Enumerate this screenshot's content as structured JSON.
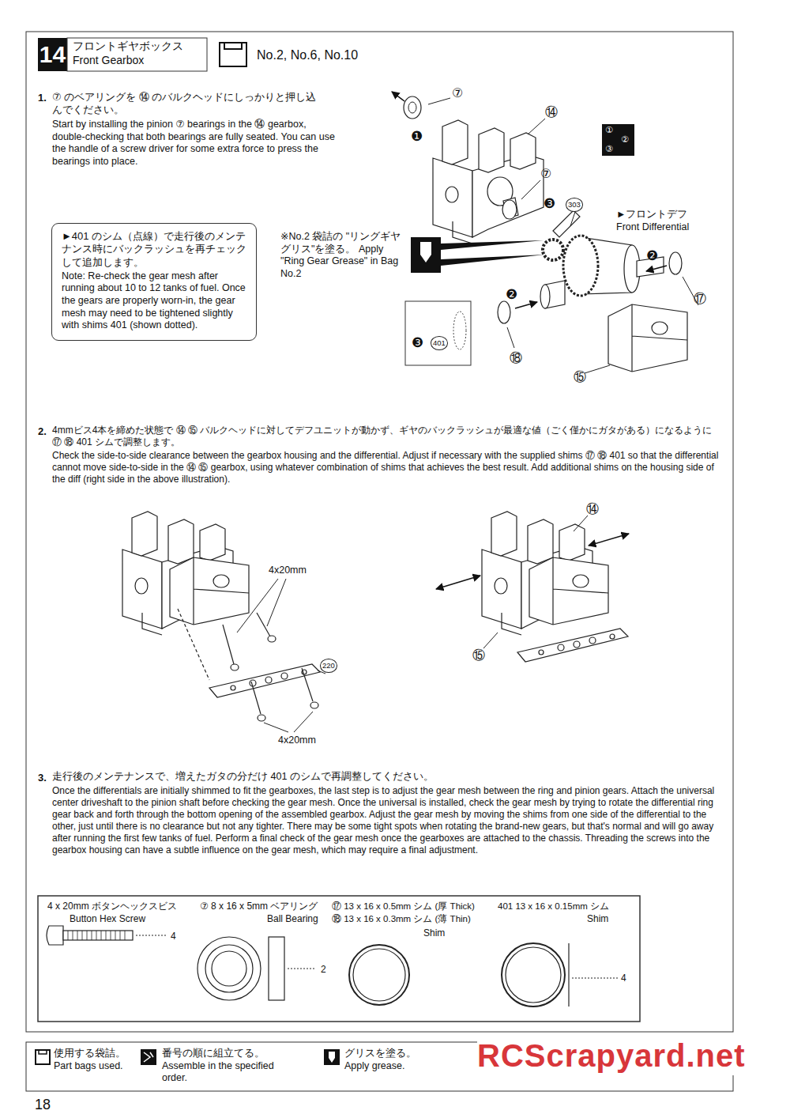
{
  "diagram": {
    "title": "フロントギヤボックス Front Gearbox",
    "nodes": [
      {
        "text": [
          "►401 のシム（点線）で走行後のメンテナンス時にバックラッシュを再チェックして追加します。",
          "Note: Re-check the gear mesh after running about 10 to 12 tanks of fuel. Once the gears are properly worn-in, the gear mesh may need to be tightened slightly with shims 401 (shown dotted)."
        ]
      },
      {
        "text": [
          "❸",
          "401"
        ]
      },
      {
        "text": [
          "4 x 20mm ボタンヘックスビス",
          "Button Hex Screw",
          "4",
          "⑦ 8 x 16 x 5mm ベアリング",
          "Ball Bearing",
          "2",
          "⑰ 13 x 16 x 0.5mm シム (厚 Thick)",
          "⑱ 13 x 16 x 0.3mm シム (薄 Thin)",
          "Shim",
          "401 13 x 16 x 0.15mm シム",
          "Shim",
          "4"
        ]
      }
    ],
    "labels": [
      "14",
      "No.2, No.6, No.10",
      "1.",
      "⑦ のベアリングを ⑭ のバルクヘッドにしっかりと押し込んでください。",
      "Start by installing the pinion ⑦ bearings in the ⑭ gearbox, double-checking that both bearings are fully seated. You can use the handle of a screw driver for some extra force to press the bearings into place.",
      "⑦",
      "⑭",
      "❶",
      "①",
      "②",
      "③",
      "⑦",
      "❸",
      "303",
      "►フロントデフ Front Differential",
      "❷",
      "⑰",
      "※No.2 袋詰の \"リングギヤグリス\"を塗る。 Apply \"Ring Gear Grease\" in Bag No.2",
      "❷",
      "⑱",
      "⑮",
      "2.",
      "4mmビス4本を締めた状態で ⑭ ⑮ バルクヘッドに対してデフユニットが動かず、ギヤのバックラッシュが最適な値（ごく僅かにガタがある）になるように ⑰ ⑱ 401 シムで調整します。",
      "Check the side-to-side clearance between the gearbox housing and the differential. Adjust if necessary with the supplied shims ⑰ ⑱ 401 so that the differential cannot move side-to-side in the ⑭ ⑮ gearbox, using whatever combination of shims that achieves the best result. Add additional shims on the housing side of the diff (right side in the above illustration).",
      "4x20mm",
      "220",
      "4x20mm",
      "⑭",
      "⑮",
      "3.",
      "走行後のメンテナンスで、増えたガタの分だけ 401 のシムで再調整してください。",
      "Once the differentials are initially shimmed to fit the gearboxes, the last step is to adjust the gear mesh between the ring and pinion gears. Attach the universal center driveshaft to the pinion shaft before checking the gear mesh. Once the universal is installed, check the gear mesh by trying to rotate the differential ring gear back and forth through the bottom opening of the assembled gearbox. Adjust the gear mesh by moving the shims from one side of the differential to the other, just until there is no clearance but not any tighter. There may be some tight spots when rotating the brand-new gears, but that's normal and will go away after running the first few tanks of fuel. Perform a final check of the gear mesh once the gearboxes are attached to the chassis. Threading the screws into the gearbox housing can have a subtle influence on the gear mesh, which may require a final adjustment.",
      "RCScrapyard.net",
      "18"
    ],
    "legend": [
      {
        "text": "使用する袋詰。 Part bags used."
      },
      {
        "text": "番号の順に組立てる。 Assemble in the specified order."
      },
      {
        "text": "グリスを塗る。 Apply grease."
      }
    ]
  }
}
